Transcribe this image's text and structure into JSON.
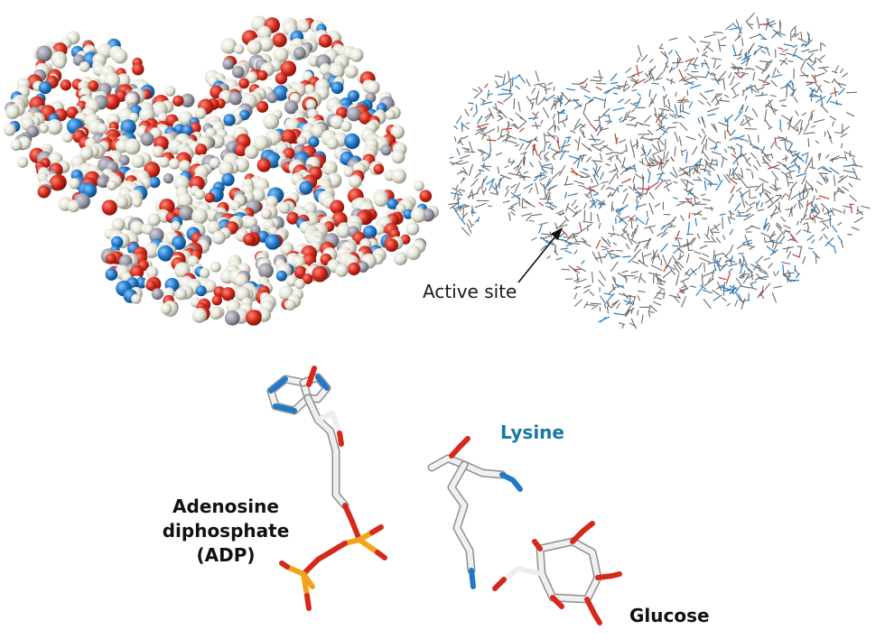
{
  "labels": {
    "active_site": "Active site",
    "adp": [
      "Adenosine",
      "diphosphate",
      "(ADP)"
    ],
    "lysine": "Lysine",
    "glucose": "Glucose"
  },
  "colors": {
    "atom_oxygen": "#d42a1c",
    "atom_nitrogen": "#1f78c8",
    "atom_hydrogen": "#ecebe0",
    "atom_carbon": "#9a9aa6",
    "atom_phosphorus": "#f2a31b",
    "bond_carbon": "#d8d8d8",
    "wire_carbon": "#6a6a6a",
    "wire_nitrogen": "#2a7fc1",
    "lysine_label": "#1878a6",
    "label_dark": "#111111"
  }
}
